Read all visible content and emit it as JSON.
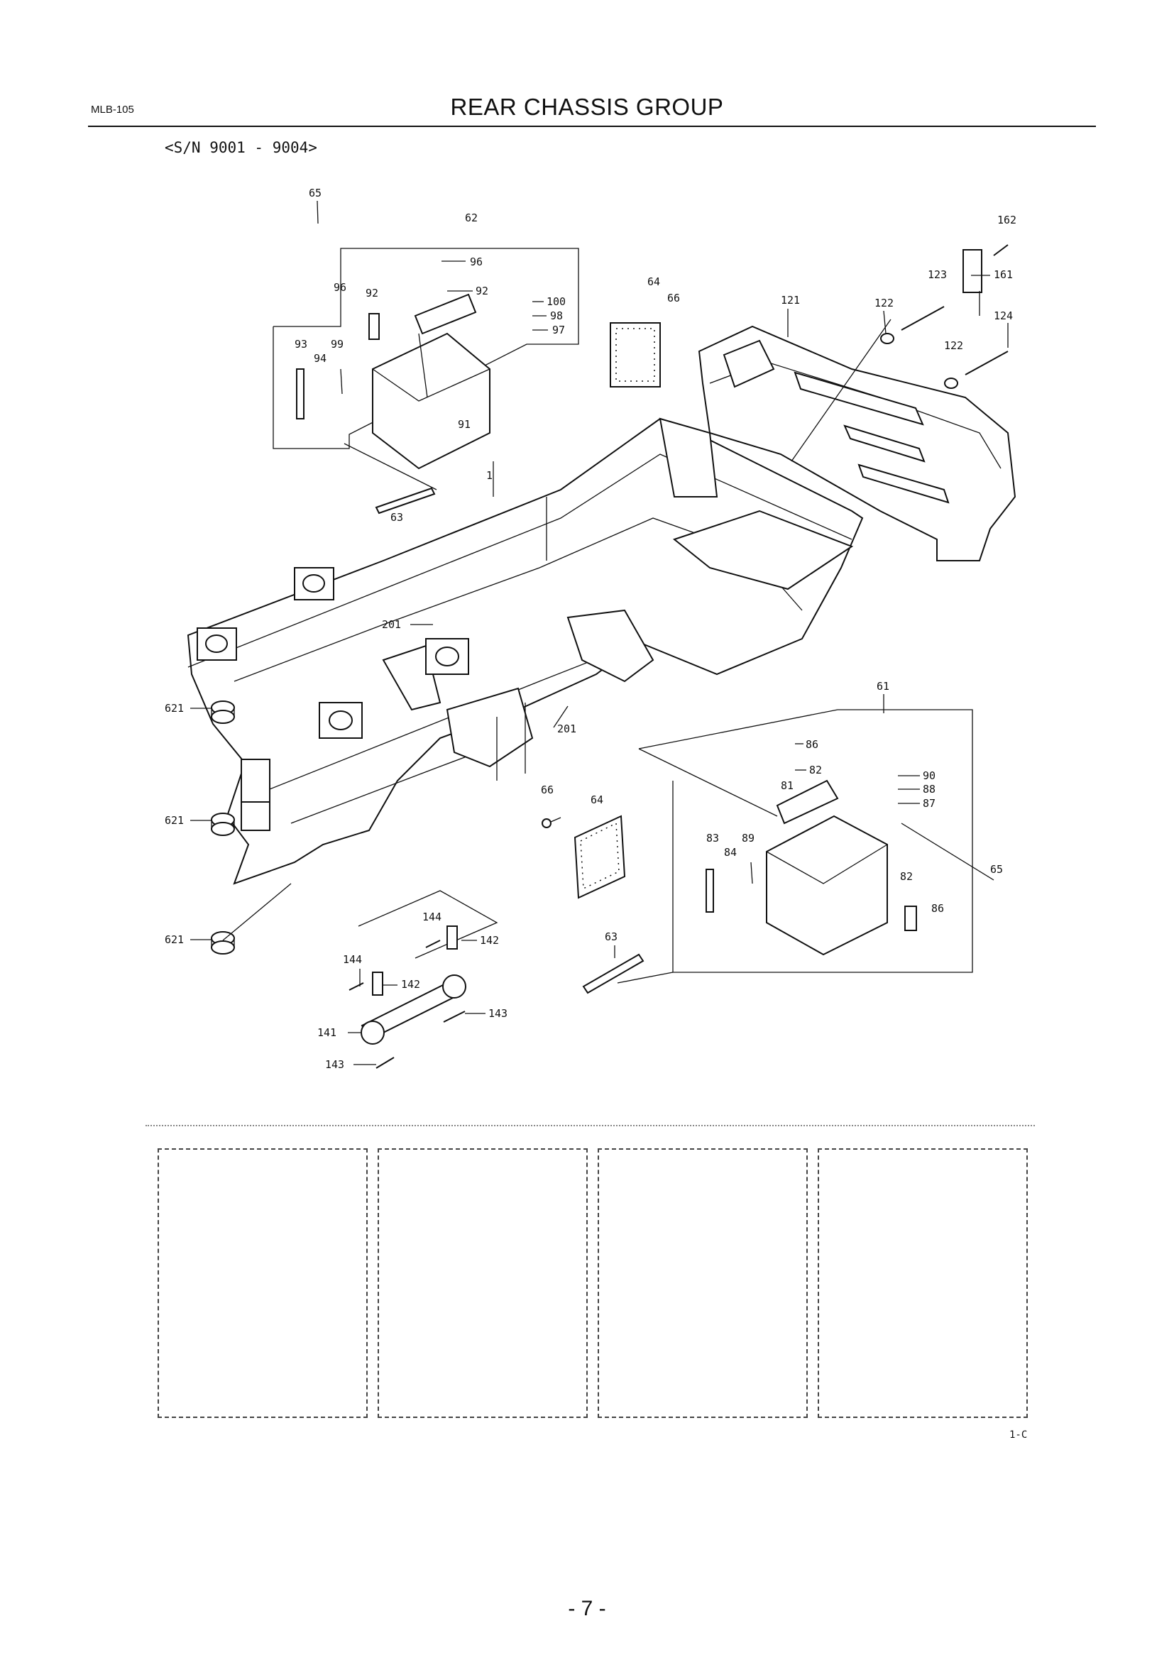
{
  "header": {
    "doc_code": "MLB-105",
    "title": "REAR CHASSIS GROUP",
    "serial_range": "<S/N 9001 - 9004>"
  },
  "callouts": {
    "c1": "1",
    "c61": "61",
    "c62": "62",
    "c63": "63",
    "c64": "64",
    "c65": "65",
    "c66": "66",
    "c81": "81",
    "c82": "82",
    "c83": "83",
    "c84": "84",
    "c86": "86",
    "c87": "87",
    "c88": "88",
    "c89": "89",
    "c90": "90",
    "c91": "91",
    "c92": "92",
    "c93": "93",
    "c94": "94",
    "c96": "96",
    "c97": "97",
    "c98": "98",
    "c99": "99",
    "c100": "100",
    "c121": "121",
    "c122": "122",
    "c123": "123",
    "c124": "124",
    "c141": "141",
    "c142": "142",
    "c143": "143",
    "c144": "144",
    "c161": "161",
    "c162": "162",
    "c201": "201",
    "c621": "621"
  },
  "figure_ref": "1-C",
  "page_number": "- 7 -"
}
